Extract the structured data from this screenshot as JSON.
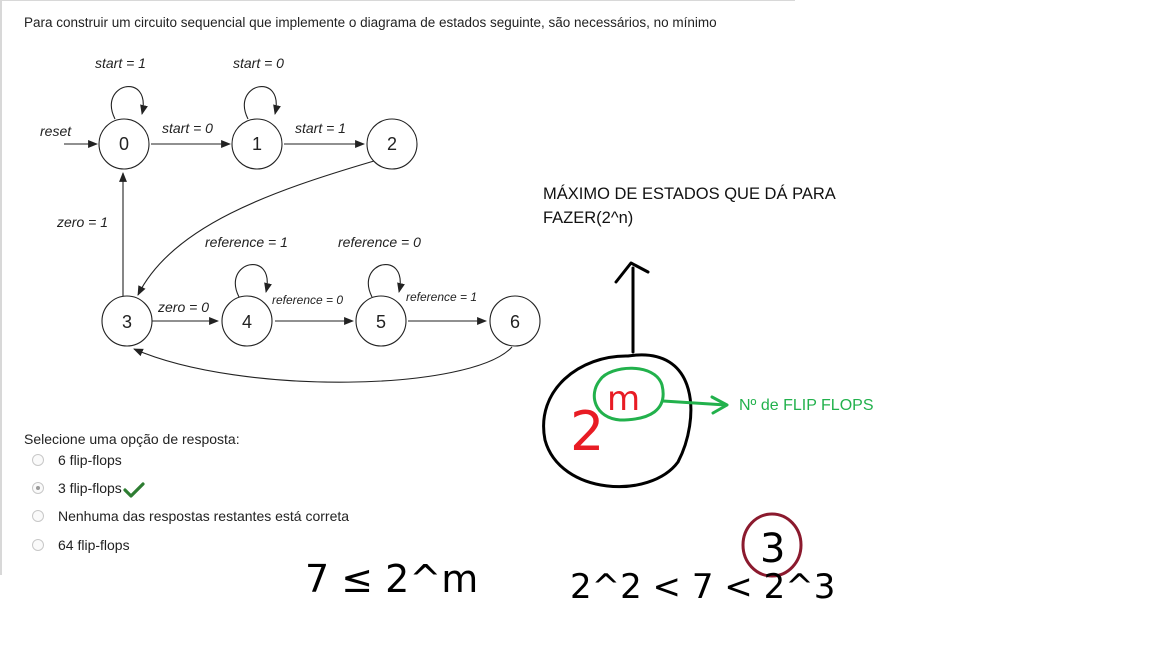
{
  "question": {
    "text": "Para construir um circuito sequencial que implemente o diagrama de estados seguinte, são necessários, no mínimo"
  },
  "diagram": {
    "states": [
      "0",
      "1",
      "2",
      "3",
      "4",
      "5",
      "6"
    ],
    "reset_label": "reset",
    "transitions": [
      {
        "from": "0",
        "to": "0",
        "label": "start = 1"
      },
      {
        "from": "0",
        "to": "1",
        "label": "start = 0"
      },
      {
        "from": "1",
        "to": "1",
        "label": "start = 0"
      },
      {
        "from": "1",
        "to": "2",
        "label": "start = 1"
      },
      {
        "from": "2",
        "to": "3",
        "label": ""
      },
      {
        "from": "3",
        "to": "0",
        "label": "zero = 1"
      },
      {
        "from": "3",
        "to": "4",
        "label": "zero = 0"
      },
      {
        "from": "4",
        "to": "4",
        "label": "reference = 1"
      },
      {
        "from": "4",
        "to": "5",
        "label": "reference = 0"
      },
      {
        "from": "5",
        "to": "5",
        "label": "reference = 0"
      },
      {
        "from": "5",
        "to": "6",
        "label": "reference = 1"
      },
      {
        "from": "6",
        "to": "3",
        "label": ""
      }
    ]
  },
  "answer_prompt": "Selecione uma opção de resposta:",
  "options": [
    {
      "label": "6 flip-flops",
      "selected": false
    },
    {
      "label": "3 flip-flops",
      "selected": true,
      "marked_correct": true
    },
    {
      "label": "Nenhuma das respostas restantes está correta",
      "selected": false
    },
    {
      "label": "64 flip-flops",
      "selected": false
    }
  ],
  "annotations": {
    "max_states_note": "MÁXIMO DE ESTADOS QUE DÁ PARA FAZER(2^n)",
    "flipflop_note": "Nº de FLIP FLOPS",
    "formula_base": "2",
    "formula_exponent": "m",
    "inequality_1": "7 ≤ 2^m",
    "inequality_2": "2^2 < 7 < 2^3",
    "circled_answer": "3"
  },
  "colors": {
    "check": "#2e7d32",
    "annotation_black": "#000000",
    "annotation_red": "#e81c24",
    "annotation_green": "#22b14c",
    "annotation_darkred": "#8b1a2e"
  }
}
